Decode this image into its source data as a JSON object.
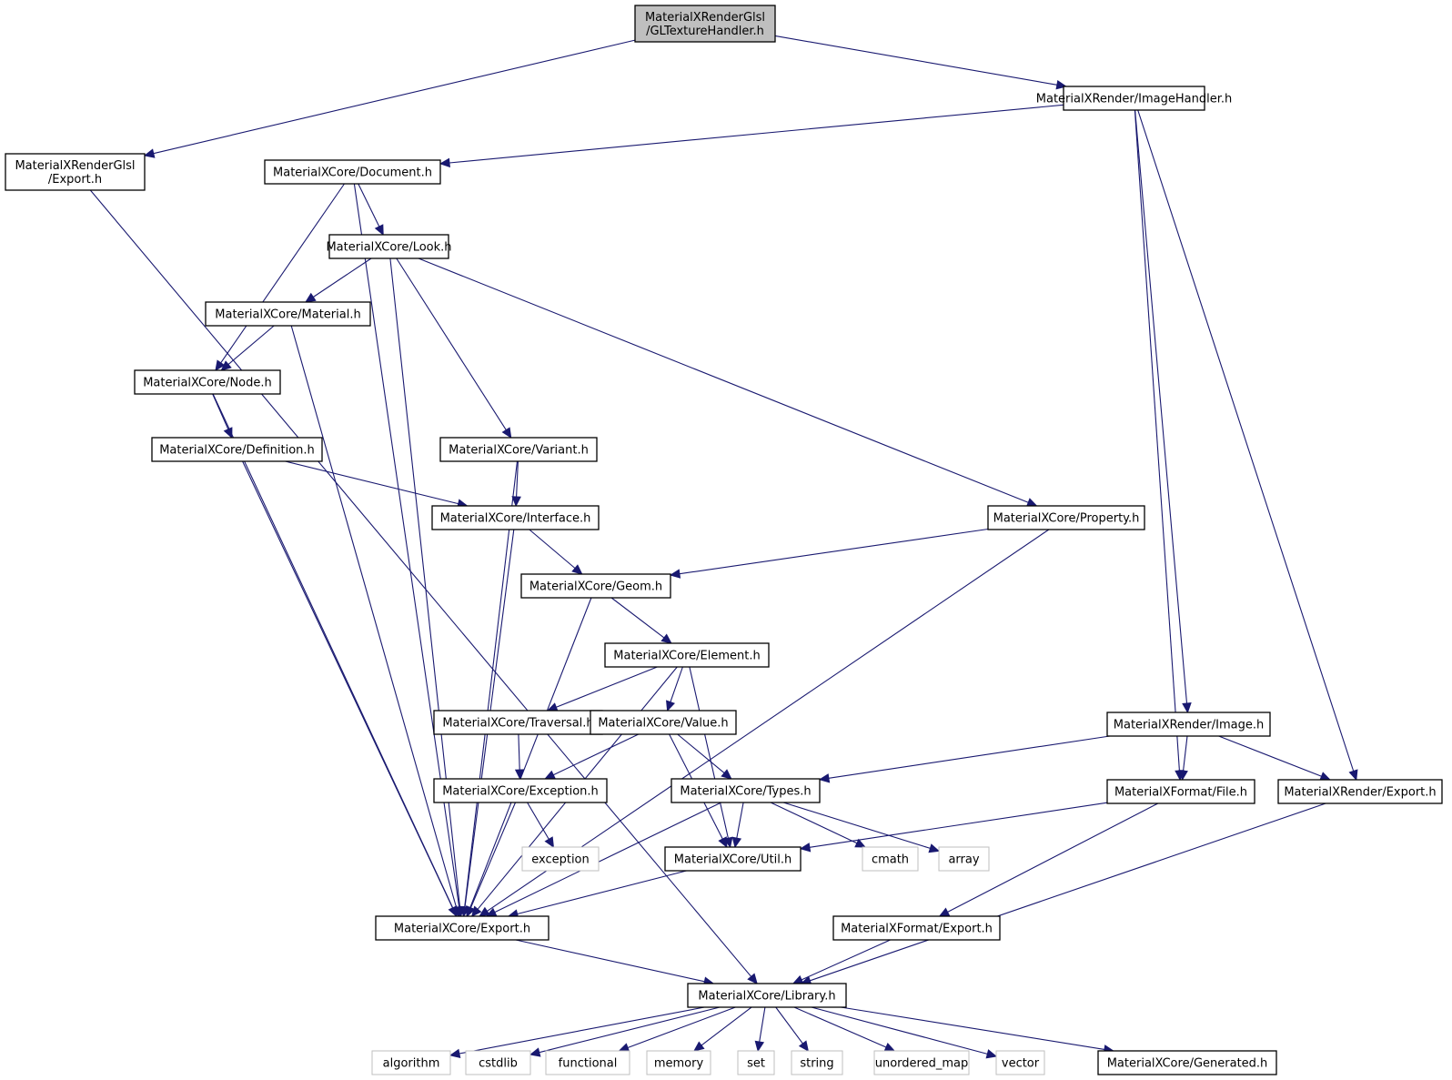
{
  "title": "MaterialXRenderGlsl/GLTextureHandler.h include dependency graph",
  "colors": {
    "edge": "#191970",
    "root_fill": "#bfbfbf",
    "node_border": "#000000",
    "system_border": "#bfbfbf"
  },
  "nodes": [
    {
      "id": "gltexturehandler",
      "lines": [
        "MaterialXRenderGlsl",
        "/GLTextureHandler.h"
      ],
      "kind": "root"
    },
    {
      "id": "glsl_export",
      "lines": [
        "MaterialXRenderGlsl",
        "/Export.h"
      ],
      "kind": "local"
    },
    {
      "id": "imagehandler",
      "lines": [
        "MaterialXRender/ImageHandler.h"
      ],
      "kind": "local"
    },
    {
      "id": "document",
      "lines": [
        "MaterialXCore/Document.h"
      ],
      "kind": "local"
    },
    {
      "id": "look",
      "lines": [
        "MaterialXCore/Look.h"
      ],
      "kind": "local"
    },
    {
      "id": "material",
      "lines": [
        "MaterialXCore/Material.h"
      ],
      "kind": "local"
    },
    {
      "id": "node",
      "lines": [
        "MaterialXCore/Node.h"
      ],
      "kind": "local"
    },
    {
      "id": "definition",
      "lines": [
        "MaterialXCore/Definition.h"
      ],
      "kind": "local"
    },
    {
      "id": "variant",
      "lines": [
        "MaterialXCore/Variant.h"
      ],
      "kind": "local"
    },
    {
      "id": "interface",
      "lines": [
        "MaterialXCore/Interface.h"
      ],
      "kind": "local"
    },
    {
      "id": "property",
      "lines": [
        "MaterialXCore/Property.h"
      ],
      "kind": "local"
    },
    {
      "id": "geom",
      "lines": [
        "MaterialXCore/Geom.h"
      ],
      "kind": "local"
    },
    {
      "id": "element",
      "lines": [
        "MaterialXCore/Element.h"
      ],
      "kind": "local"
    },
    {
      "id": "traversal",
      "lines": [
        "MaterialXCore/Traversal.h"
      ],
      "kind": "local"
    },
    {
      "id": "value",
      "lines": [
        "MaterialXCore/Value.h"
      ],
      "kind": "local"
    },
    {
      "id": "exception_h",
      "lines": [
        "MaterialXCore/Exception.h"
      ],
      "kind": "local"
    },
    {
      "id": "types",
      "lines": [
        "MaterialXCore/Types.h"
      ],
      "kind": "local"
    },
    {
      "id": "image",
      "lines": [
        "MaterialXRender/Image.h"
      ],
      "kind": "local"
    },
    {
      "id": "file",
      "lines": [
        "MaterialXFormat/File.h"
      ],
      "kind": "local"
    },
    {
      "id": "render_export",
      "lines": [
        "MaterialXRender/Export.h"
      ],
      "kind": "local"
    },
    {
      "id": "exception",
      "lines": [
        "exception"
      ],
      "kind": "system"
    },
    {
      "id": "util",
      "lines": [
        "MaterialXCore/Util.h"
      ],
      "kind": "local"
    },
    {
      "id": "cmath",
      "lines": [
        "cmath"
      ],
      "kind": "system"
    },
    {
      "id": "array",
      "lines": [
        "array"
      ],
      "kind": "system"
    },
    {
      "id": "core_export",
      "lines": [
        "MaterialXCore/Export.h"
      ],
      "kind": "local"
    },
    {
      "id": "format_export",
      "lines": [
        "MaterialXFormat/Export.h"
      ],
      "kind": "local"
    },
    {
      "id": "library",
      "lines": [
        "MaterialXCore/Library.h"
      ],
      "kind": "local"
    },
    {
      "id": "algorithm",
      "lines": [
        "algorithm"
      ],
      "kind": "system"
    },
    {
      "id": "cstdlib",
      "lines": [
        "cstdlib"
      ],
      "kind": "system"
    },
    {
      "id": "functional",
      "lines": [
        "functional"
      ],
      "kind": "system"
    },
    {
      "id": "memory",
      "lines": [
        "memory"
      ],
      "kind": "system"
    },
    {
      "id": "set",
      "lines": [
        "set"
      ],
      "kind": "system"
    },
    {
      "id": "string",
      "lines": [
        "string"
      ],
      "kind": "system"
    },
    {
      "id": "unordered_map",
      "lines": [
        "unordered_map"
      ],
      "kind": "system"
    },
    {
      "id": "vector",
      "lines": [
        "vector"
      ],
      "kind": "system"
    },
    {
      "id": "generated",
      "lines": [
        "MaterialXCore/Generated.h"
      ],
      "kind": "local"
    }
  ],
  "edges": [
    [
      "gltexturehandler",
      "glsl_export"
    ],
    [
      "gltexturehandler",
      "imagehandler"
    ],
    [
      "glsl_export",
      "library"
    ],
    [
      "imagehandler",
      "document"
    ],
    [
      "imagehandler",
      "image"
    ],
    [
      "imagehandler",
      "file"
    ],
    [
      "imagehandler",
      "render_export"
    ],
    [
      "document",
      "look"
    ],
    [
      "document",
      "node"
    ],
    [
      "document",
      "core_export"
    ],
    [
      "look",
      "material"
    ],
    [
      "look",
      "variant"
    ],
    [
      "look",
      "property"
    ],
    [
      "look",
      "core_export"
    ],
    [
      "material",
      "node"
    ],
    [
      "material",
      "core_export"
    ],
    [
      "node",
      "definition"
    ],
    [
      "node",
      "core_export"
    ],
    [
      "definition",
      "interface"
    ],
    [
      "definition",
      "core_export"
    ],
    [
      "variant",
      "interface"
    ],
    [
      "variant",
      "core_export"
    ],
    [
      "interface",
      "geom"
    ],
    [
      "interface",
      "core_export"
    ],
    [
      "property",
      "geom"
    ],
    [
      "property",
      "core_export"
    ],
    [
      "geom",
      "element"
    ],
    [
      "geom",
      "core_export"
    ],
    [
      "element",
      "traversal"
    ],
    [
      "element",
      "value"
    ],
    [
      "element",
      "util"
    ],
    [
      "element",
      "core_export"
    ],
    [
      "traversal",
      "exception_h"
    ],
    [
      "value",
      "exception_h"
    ],
    [
      "value",
      "util"
    ],
    [
      "value",
      "types"
    ],
    [
      "exception_h",
      "exception"
    ],
    [
      "exception_h",
      "core_export"
    ],
    [
      "types",
      "util"
    ],
    [
      "types",
      "cmath"
    ],
    [
      "types",
      "array"
    ],
    [
      "types",
      "core_export"
    ],
    [
      "image",
      "types"
    ],
    [
      "image",
      "file"
    ],
    [
      "image",
      "render_export"
    ],
    [
      "file",
      "util"
    ],
    [
      "file",
      "format_export"
    ],
    [
      "render_export",
      "library"
    ],
    [
      "util",
      "core_export"
    ],
    [
      "core_export",
      "library"
    ],
    [
      "format_export",
      "library"
    ],
    [
      "library",
      "algorithm"
    ],
    [
      "library",
      "cstdlib"
    ],
    [
      "library",
      "functional"
    ],
    [
      "library",
      "memory"
    ],
    [
      "library",
      "set"
    ],
    [
      "library",
      "string"
    ],
    [
      "library",
      "unordered_map"
    ],
    [
      "library",
      "vector"
    ],
    [
      "library",
      "generated"
    ]
  ]
}
